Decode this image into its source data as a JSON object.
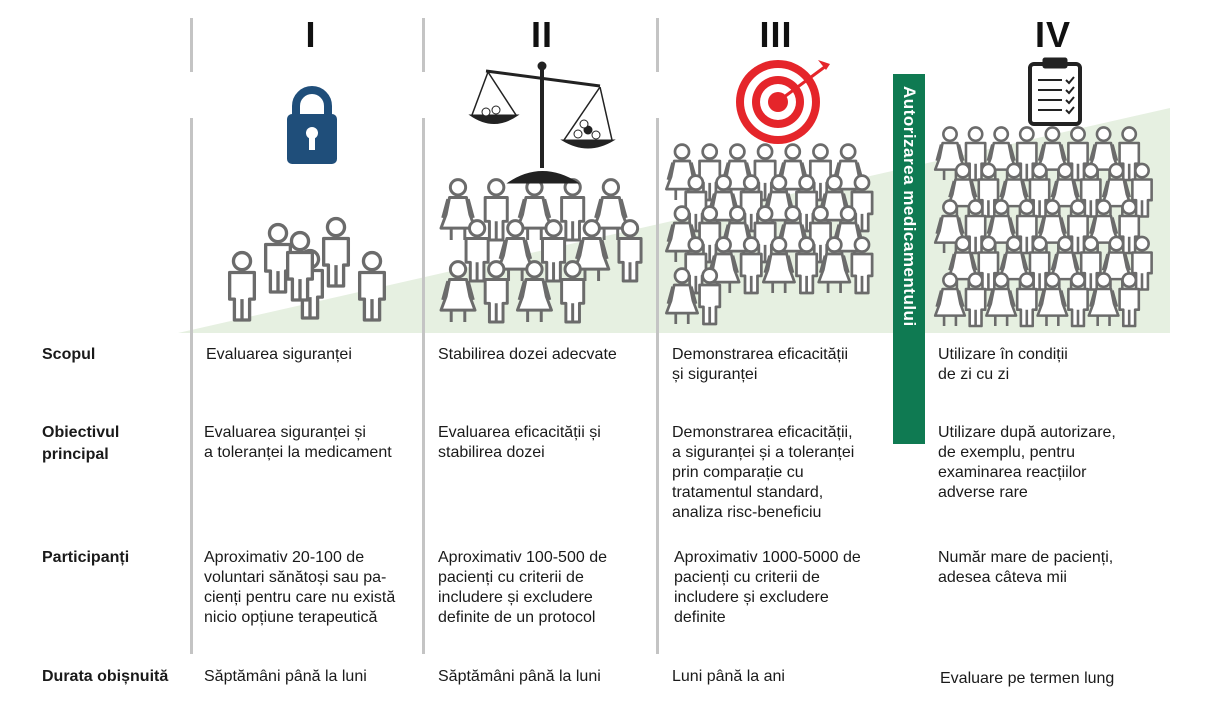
{
  "phases": [
    {
      "numeral": "I",
      "icon": "padlock-icon",
      "people": 6
    },
    {
      "numeral": "II",
      "icon": "balance-scale-icon",
      "people": 14
    },
    {
      "numeral": "III",
      "icon": "target-icon",
      "people": 30
    },
    {
      "numeral": "IV",
      "icon": "clipboard-checklist-icon",
      "people": 40
    }
  ],
  "authorization_label": "Autorizarea medicamentului",
  "colors": {
    "banner": "#0f7a52",
    "ramp": "#e6f0e1",
    "padlock": "#1f4e7a",
    "target": "#e5252a",
    "people_outline": "#6b6b6b"
  },
  "rows": [
    {
      "label": "Scopul",
      "cells": [
        "Evaluarea siguranței",
        "Stabilirea dozei adecvate",
        "Demonstrarea eficacității\nși siguranței",
        "Utilizare în condiții\nde zi cu zi"
      ]
    },
    {
      "label": "Obiectivul\nprincipal",
      "cells": [
        "Evaluarea siguranței și\na toleranței la medicament",
        "Evaluarea eficacității și\nstabilirea dozei",
        "Demonstrarea eficacității,\na siguranței și a toleranței\nprin comparație cu\ntratamentul standard,\nanaliza risc-beneficiu",
        "Utilizare după autorizare,\nde exemplu, pentru\nexaminarea reacțiilor\nadverse rare"
      ]
    },
    {
      "label": "Participanți",
      "cells": [
        "Aproximativ 20-100 de\nvoluntari sănătoși sau pa-\ncienți pentru care nu există\nnicio opțiune terapeutică",
        "Aproximativ 100-500 de\npacienți cu criterii de\nincludere și excludere\ndefinite de un protocol",
        "Aproximativ 1000-5000 de\npacienți cu criterii de\nincludere și excludere\ndefinite",
        "Număr mare de pacienți,\nadesea câteva mii"
      ]
    },
    {
      "label": "Durata obișnuită",
      "cells": [
        "Săptămâni până la luni",
        "Săptămâni până la luni",
        "Luni până la ani",
        "Evaluare pe termen lung"
      ]
    }
  ]
}
